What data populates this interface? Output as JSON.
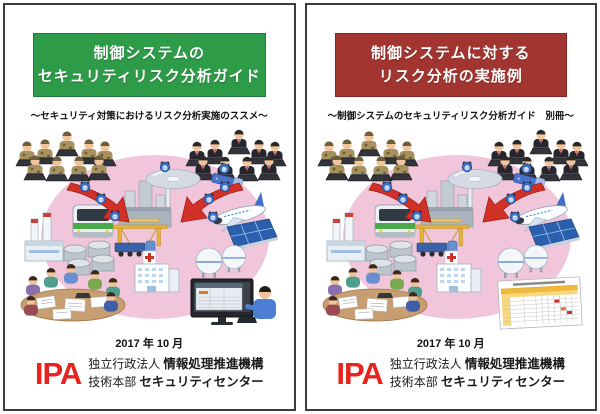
{
  "colors": {
    "banner_green": "#2e9b48",
    "banner_green_border": "#1f7d36",
    "banner_red": "#a23530",
    "banner_red_border": "#872722",
    "ipa_red": "#e8231e",
    "ellipse_pink": "#f1c6db"
  },
  "left": {
    "title_line1": "制御システムの",
    "title_line2": "セキュリティリスク分析ガイド",
    "subtitle": "～セキュリティ対策におけるリスク分析実施のススメ～"
  },
  "right": {
    "title_line1": "制御システムに対する",
    "title_line2": "リスク分析の実施例",
    "subtitle": "～制御システムのセキュリティリスク分析ガイド　別冊～"
  },
  "footer": {
    "date": "2017 年 10 月",
    "logo": "IPA",
    "org_line1_prefix": "独立行政法人",
    "org_line1_bold": "情報処理推進機構",
    "org_line2_prefix": "技術本部",
    "org_line2_bold": "セキュリティセンター"
  },
  "illustration_items": [
    "camouflage-attacker-group",
    "suit-attacker-group",
    "malware-cd",
    "malware-usb",
    "attack-arrow-left",
    "attack-arrow-right",
    "imp-malware-characters",
    "train",
    "chemical-plant",
    "airplane",
    "power-plant",
    "harbor-cranes",
    "solar-panels",
    "storage-tanks",
    "hospital",
    "gas-spheres",
    "risk-analysis-meeting",
    "analyst-at-monitor",
    "risk-analysis-sheet"
  ]
}
